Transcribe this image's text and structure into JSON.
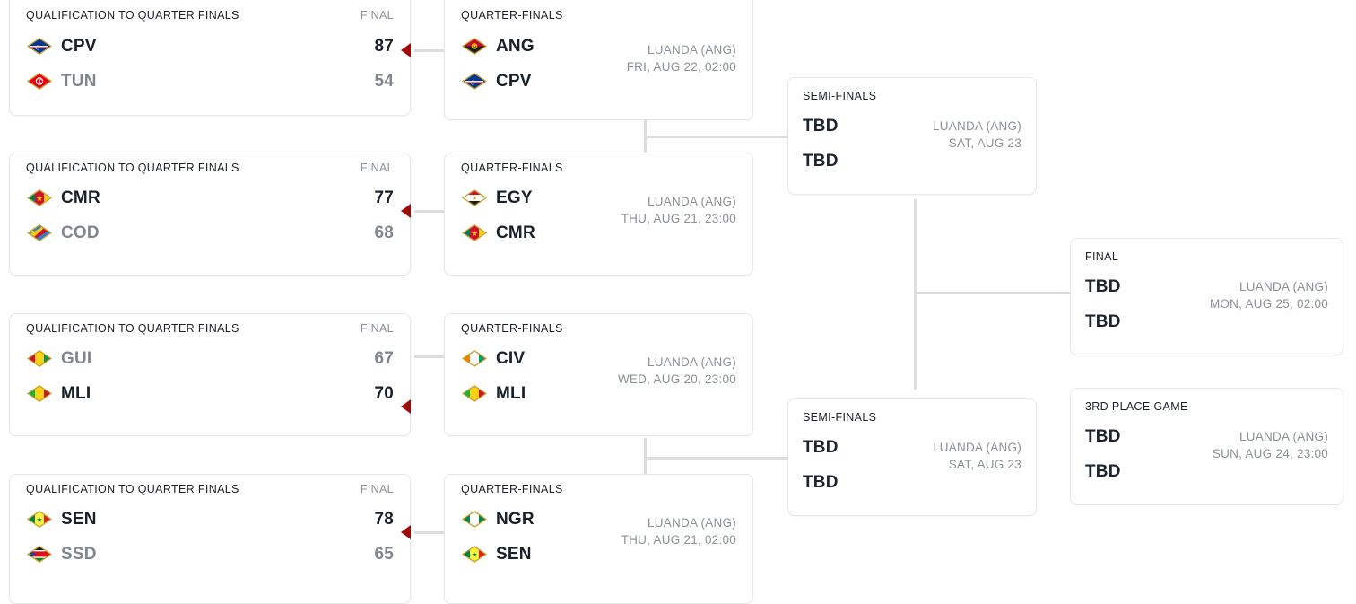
{
  "labels": {
    "qualification": "QUALIFICATION TO QUARTER FINALS",
    "final_col": "FINAL",
    "quarter_finals": "QUARTER-FINALS",
    "semi_finals": "SEMI-FINALS",
    "final": "FINAL",
    "third_place": "3RD PLACE GAME",
    "tbd": "TBD"
  },
  "colors": {
    "winner_arrow": "#9e0b0b",
    "connector": "#dcdddf",
    "card_border": "#e6e7e9",
    "text_primary": "#18202a",
    "text_muted": "#80868f"
  },
  "qualification": [
    {
      "title": "QUALIFICATION TO QUARTER FINALS",
      "final_label": "FINAL",
      "teams": [
        {
          "code": "CPV",
          "score": "87",
          "winner": true,
          "flag": "flag-cpv"
        },
        {
          "code": "TUN",
          "score": "54",
          "winner": false,
          "flag": "flag-tun"
        }
      ]
    },
    {
      "title": "QUALIFICATION TO QUARTER FINALS",
      "final_label": "FINAL",
      "teams": [
        {
          "code": "CMR",
          "score": "77",
          "winner": true,
          "flag": "flag-cmr"
        },
        {
          "code": "COD",
          "score": "68",
          "winner": false,
          "flag": "flag-cod"
        }
      ]
    },
    {
      "title": "QUALIFICATION TO QUARTER FINALS",
      "final_label": "FINAL",
      "teams": [
        {
          "code": "GUI",
          "score": "67",
          "winner": false,
          "flag": "flag-gui"
        },
        {
          "code": "MLI",
          "score": "70",
          "winner": true,
          "flag": "flag-mli"
        }
      ]
    },
    {
      "title": "QUALIFICATION TO QUARTER FINALS",
      "final_label": "FINAL",
      "teams": [
        {
          "code": "SEN",
          "score": "78",
          "winner": true,
          "flag": "flag-sen"
        },
        {
          "code": "SSD",
          "score": "65",
          "winner": false,
          "flag": "flag-ssd"
        }
      ]
    }
  ],
  "quarter_finals": [
    {
      "title": "QUARTER-FINALS",
      "venue": "LUANDA (ANG)",
      "datetime": "FRI, AUG 22, 02:00",
      "teams": [
        {
          "code": "ANG",
          "flag": "flag-ang"
        },
        {
          "code": "CPV",
          "flag": "flag-cpv"
        }
      ]
    },
    {
      "title": "QUARTER-FINALS",
      "venue": "LUANDA (ANG)",
      "datetime": "THU, AUG 21, 23:00",
      "teams": [
        {
          "code": "EGY",
          "flag": "flag-egy"
        },
        {
          "code": "CMR",
          "flag": "flag-cmr"
        }
      ]
    },
    {
      "title": "QUARTER-FINALS",
      "venue": "LUANDA (ANG)",
      "datetime": "WED, AUG 20, 23:00",
      "teams": [
        {
          "code": "CIV",
          "flag": "flag-civ"
        },
        {
          "code": "MLI",
          "flag": "flag-mli"
        }
      ]
    },
    {
      "title": "QUARTER-FINALS",
      "venue": "LUANDA (ANG)",
      "datetime": "THU, AUG 21, 02:00",
      "teams": [
        {
          "code": "NGR",
          "flag": "flag-ngr"
        },
        {
          "code": "SEN",
          "flag": "flag-sen"
        }
      ]
    }
  ],
  "semi_finals": [
    {
      "title": "SEMI-FINALS",
      "venue": "LUANDA (ANG)",
      "datetime": "SAT, AUG 23",
      "teams": [
        {
          "code": "TBD"
        },
        {
          "code": "TBD"
        }
      ]
    },
    {
      "title": "SEMI-FINALS",
      "venue": "LUANDA (ANG)",
      "datetime": "SAT, AUG 23",
      "teams": [
        {
          "code": "TBD"
        },
        {
          "code": "TBD"
        }
      ]
    }
  ],
  "final_game": {
    "title": "FINAL",
    "venue": "LUANDA (ANG)",
    "datetime": "MON, AUG 25, 02:00",
    "teams": [
      {
        "code": "TBD"
      },
      {
        "code": "TBD"
      }
    ]
  },
  "third_place_game": {
    "title": "3RD PLACE GAME",
    "venue": "LUANDA (ANG)",
    "datetime": "SUN, AUG 24, 23:00",
    "teams": [
      {
        "code": "TBD"
      },
      {
        "code": "TBD"
      }
    ]
  }
}
